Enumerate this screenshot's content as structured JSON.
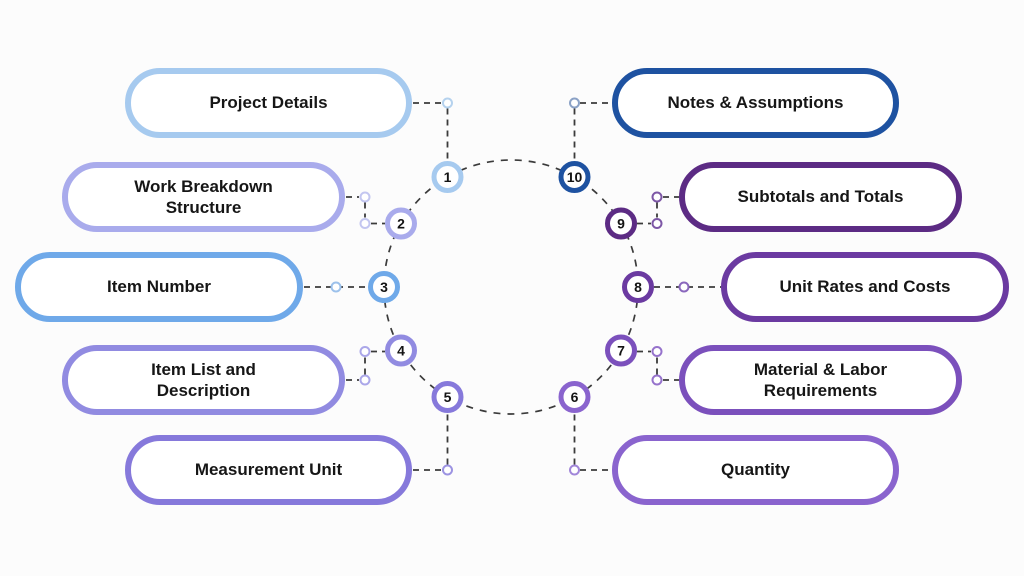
{
  "diagram": {
    "title": "Bill of Quantities components cycle",
    "background": "#fcfcfc",
    "line_color": "#3b3b3b",
    "items": [
      {
        "number": "1",
        "label": "Project Details",
        "color": "#A6CAEF",
        "dot_color": "#B5D2EE"
      },
      {
        "number": "2",
        "label": "Work Breakdown\nStructure",
        "color": "#A9ABEC",
        "dot_color": "#C3C6F0"
      },
      {
        "number": "3",
        "label": "Item Number",
        "color": "#6FA9E9",
        "dot_color": "#9CC1EB"
      },
      {
        "number": "4",
        "label": "Item List and\nDescription",
        "color": "#918BE1",
        "dot_color": "#ABA7E9"
      },
      {
        "number": "5",
        "label": "Measurement Unit",
        "color": "#8679DB",
        "dot_color": "#9C93E2"
      },
      {
        "number": "6",
        "label": "Quantity",
        "color": "#8A64CE",
        "dot_color": "#A186D9"
      },
      {
        "number": "7",
        "label": "Material & Labor\nRequirements",
        "color": "#7B50BC",
        "dot_color": "#9673CC"
      },
      {
        "number": "8",
        "label": "Unit Rates and Costs",
        "color": "#6B3AA1",
        "dot_color": "#8A67BD"
      },
      {
        "number": "9",
        "label": "Subtotals and Totals",
        "color": "#5C2B84",
        "dot_color": "#7D57A6"
      },
      {
        "number": "10",
        "label": "Notes & Assumptions",
        "color": "#1E52A1",
        "dot_color": "#8BA2C6"
      }
    ]
  }
}
